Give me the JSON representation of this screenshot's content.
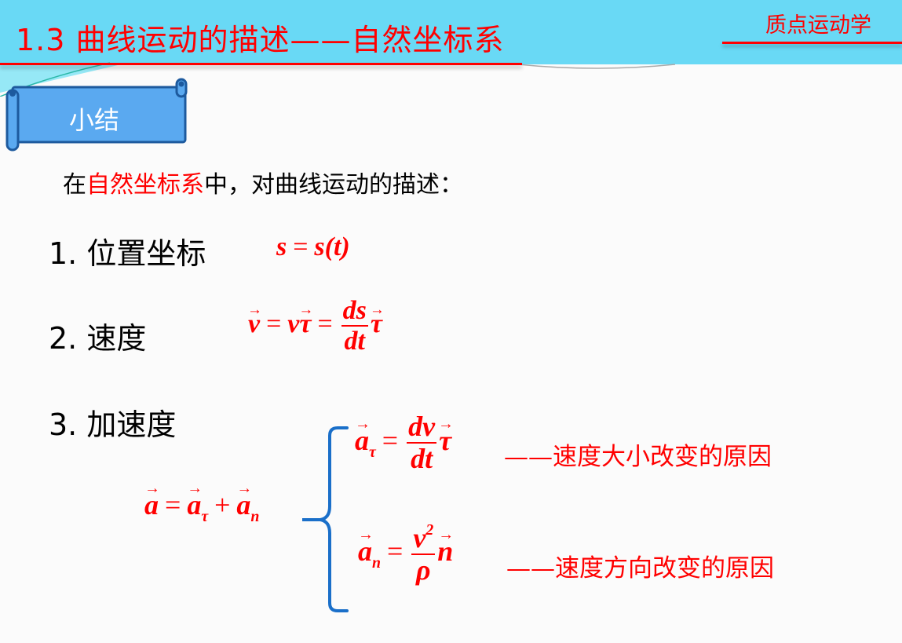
{
  "header": {
    "title": "1.3 曲线运动的描述——自然坐标系",
    "chapter": "质点运动学"
  },
  "badge": {
    "label": "小结"
  },
  "intro": {
    "prefix": "在",
    "highlight": "自然坐标系",
    "suffix": "中，对曲线运动的描述："
  },
  "items": [
    {
      "label": "1. 位置坐标",
      "formula": {
        "lhs": "s",
        "eq": "=",
        "rhs": "s(t)"
      }
    },
    {
      "label": "2. 速度",
      "formula": {
        "v": "v",
        "eq": "=",
        "vtau": "vτ",
        "num": "ds",
        "den": "dt",
        "tau": "τ"
      }
    },
    {
      "label": "3. 加速度"
    }
  ],
  "acceleration": {
    "total": {
      "a": "a",
      "eq": "=",
      "a_tau": "a",
      "tau_sub": "τ",
      "plus": "+",
      "a_n": "a",
      "n_sub": "n"
    },
    "tangential": {
      "a": "a",
      "sub": "τ",
      "eq": "=",
      "num": "dv",
      "den": "dt",
      "unit": "τ",
      "reason": "——速度大小改变的原因"
    },
    "normal": {
      "a": "a",
      "sub": "n",
      "eq": "=",
      "num": "v",
      "num_sup": "2",
      "den": "ρ",
      "unit": "n",
      "reason": "——速度方向改变的原因"
    }
  },
  "colors": {
    "header_bg": "#69d9f5",
    "accent_red": "#ff0000",
    "badge_blue": "#5aa9f0",
    "brace_blue": "#1a6fc9"
  }
}
